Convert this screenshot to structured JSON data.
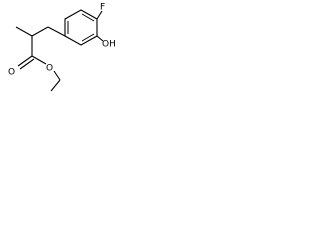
{
  "molecule": {
    "atoms": {
      "fluorine": "F",
      "hydroxyl": "OH",
      "carbonyl_oxygen": "O",
      "ester_oxygen": "O"
    }
  },
  "colors": {
    "background": "#ffffff",
    "bond": "#000000",
    "text": "#000000"
  }
}
